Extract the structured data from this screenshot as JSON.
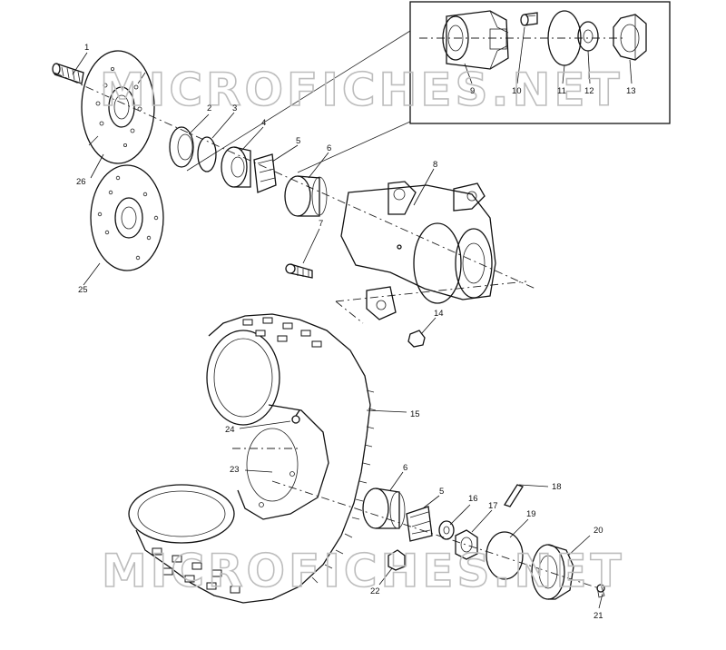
{
  "watermark": "MICROFICHES.NET",
  "callouts": {
    "c1": "1",
    "c2": "2",
    "c3": "3",
    "c4": "4",
    "c5": "5",
    "c6": "6",
    "c7": "7",
    "c8": "8",
    "c9": "9",
    "c10": "10",
    "c11": "11",
    "c12": "12",
    "c13": "13",
    "c14": "14",
    "c15": "15",
    "c16": "16",
    "c17": "17",
    "c18": "18",
    "c19": "19",
    "c20": "20",
    "c21": "21",
    "c22": "22",
    "c23": "23",
    "c24": "24",
    "c25": "25",
    "c26": "26",
    "c5b": "5",
    "c6b": "6"
  }
}
